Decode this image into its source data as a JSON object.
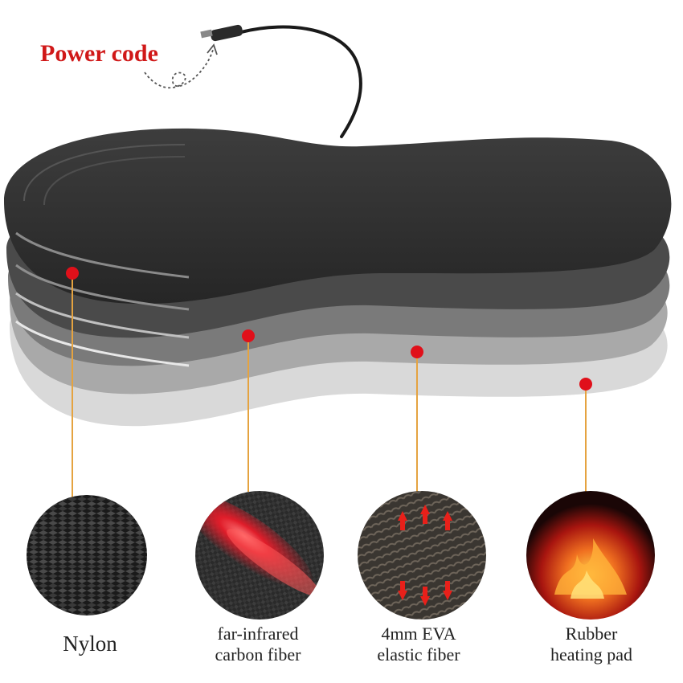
{
  "power_label": "Power code",
  "layers": [
    {
      "caption_lines": [
        "Nylon"
      ],
      "texture": "nylon-mesh-texture",
      "color": "#1f1f1f"
    },
    {
      "caption_lines": [
        "far-infrared",
        "carbon fiber"
      ],
      "texture": "red-carbon-fiber-texture",
      "color": "#c8102e"
    },
    {
      "caption_lines": [
        "4mm EVA",
        "elastic fiber"
      ],
      "texture": "eva-fiber-with-red-arrows-texture",
      "color": "#5a4e44"
    },
    {
      "caption_lines": [
        "Rubber",
        "heating pad"
      ],
      "texture": "flame-heating-texture",
      "color": "#e8491d"
    }
  ],
  "colors": {
    "marker": "#e0101a",
    "leader_line": "#e5a340",
    "label": "#d01818"
  }
}
